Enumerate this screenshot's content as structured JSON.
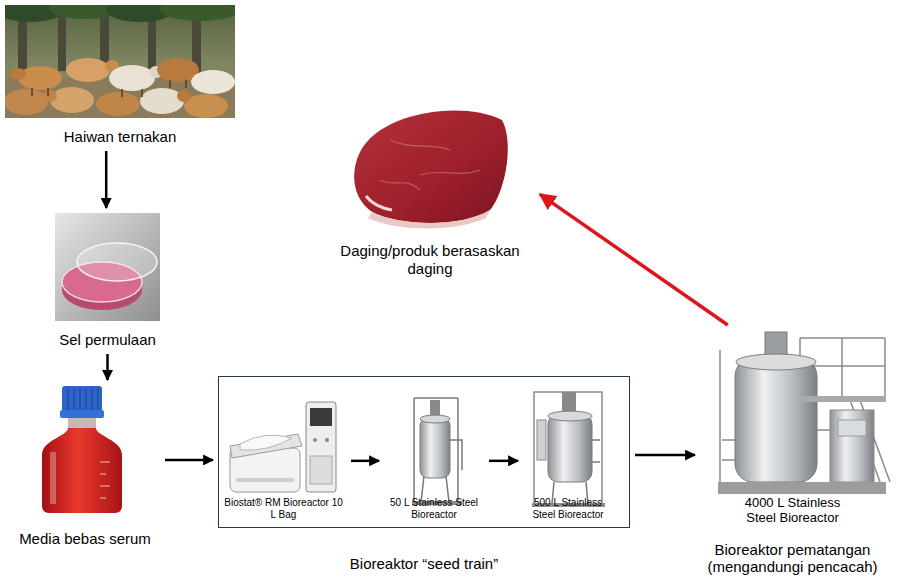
{
  "diagram": {
    "nodes": [
      {
        "text": [
          "Haiwan ternakan"
        ]
      },
      {
        "text": [
          "Sel permulaan"
        ]
      },
      {
        "text": [
          "Media bebas serum"
        ]
      },
      {
        "text": [
          "Bioreaktor “seed train”"
        ]
      },
      {
        "text": [
          "Biostat® RM Bioreactor 10 L Bag"
        ],
        "in": 3
      },
      {
        "text": [
          "50 L Stainless Steel Bioreactor"
        ],
        "in": 3
      },
      {
        "text": [
          "500 L Stainless Steel Bioreactor"
        ],
        "in": 3
      },
      {
        "text": [
          "4000 L Stainless Steel Bioreactor",
          "Bioreaktor pematangan (mengandungi pencacah)"
        ]
      },
      {
        "text": [
          "Daging/produk berasaskan daging"
        ]
      }
    ],
    "edges": [
      {
        "from": 0,
        "to": 1,
        "arrow": "to"
      },
      {
        "from": 1,
        "to": 2,
        "arrow": "to"
      },
      {
        "from": 2,
        "to": 3,
        "arrow": "to"
      },
      {
        "from": 4,
        "to": 5,
        "arrow": "to"
      },
      {
        "from": 5,
        "to": 6,
        "arrow": "to"
      },
      {
        "from": 3,
        "to": 7,
        "arrow": "to"
      },
      {
        "from": 7,
        "to": 8,
        "arrow": "to"
      }
    ]
  }
}
